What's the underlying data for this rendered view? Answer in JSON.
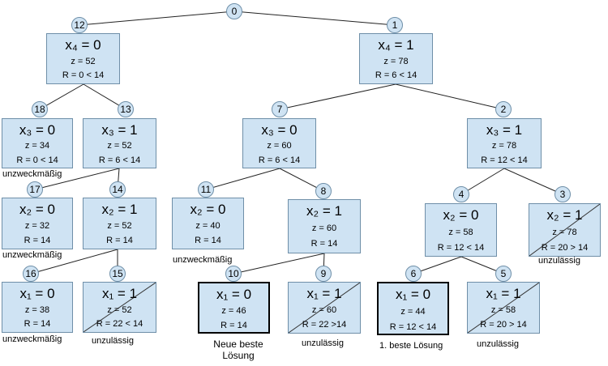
{
  "nodes": [
    {
      "id": "0",
      "title": "",
      "z": "",
      "r": ""
    },
    {
      "id": "12",
      "title": "x₄ = 0",
      "z": "z = 52",
      "r": "R = 0 < 14"
    },
    {
      "id": "1",
      "title": "x₄ = 1",
      "z": "z = 78",
      "r": "R = 6 < 14"
    },
    {
      "id": "18",
      "title": "x₃ = 0",
      "z": "z = 34",
      "r": "R = 0 < 14"
    },
    {
      "id": "13",
      "title": "x₃ = 1",
      "z": "z = 52",
      "r": "R = 6 < 14"
    },
    {
      "id": "7",
      "title": "x₃ = 0",
      "z": "z = 60",
      "r": "R = 6 < 14"
    },
    {
      "id": "2",
      "title": "x₃ = 1",
      "z": "z = 78",
      "r": "R = 12 < 14"
    },
    {
      "id": "17",
      "title": "x₂ = 0",
      "z": "z = 32",
      "r": "R = 14"
    },
    {
      "id": "14",
      "title": "x₂ = 1",
      "z": "z = 52",
      "r": "R = 14"
    },
    {
      "id": "11",
      "title": "x₂ = 0",
      "z": "z = 40",
      "r": "R = 14"
    },
    {
      "id": "8",
      "title": "x₂ = 1",
      "z": "z = 60",
      "r": "R = 14"
    },
    {
      "id": "4",
      "title": "x₂ = 0",
      "z": "z = 58",
      "r": "R = 12 < 14"
    },
    {
      "id": "3",
      "title": "x₂ = 1",
      "z": "z = 78",
      "r": "R = 20 > 14"
    },
    {
      "id": "16",
      "title": "x₁ = 0",
      "z": "z = 38",
      "r": "R = 14"
    },
    {
      "id": "15",
      "title": "x₁ = 1",
      "z": "z = 52",
      "r": "R = 22 < 14"
    },
    {
      "id": "10",
      "title": "x₁ = 0",
      "z": "z = 46",
      "r": "R = 14"
    },
    {
      "id": "9",
      "title": "x₁ = 1",
      "z": "z = 60",
      "r": "R = 22 >14"
    },
    {
      "id": "6",
      "title": "x₁ = 0",
      "z": "z = 44",
      "r": "R = 12 < 14"
    },
    {
      "id": "5",
      "title": "x₁ = 1",
      "z": "z = 58",
      "r": "R = 20 > 14"
    }
  ],
  "notes": {
    "n18": "unzweckmäßig",
    "n17": "unzweckmäßig",
    "n16": "unzweckmäßig",
    "n15": "unzulässig",
    "n11": "unzweckmäßig",
    "n10": "Neue beste\nLösung",
    "n9": "unzulässig",
    "n6": "1. beste Lösung",
    "n5": "unzulässig",
    "n3": "unzulässig"
  }
}
